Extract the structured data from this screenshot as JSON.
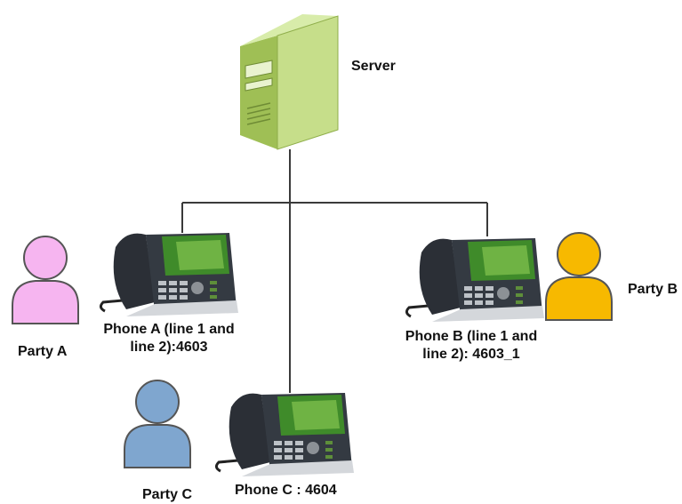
{
  "server": {
    "label": "Server",
    "icon": "server-tower-icon"
  },
  "phones": [
    {
      "id": "A",
      "label_line1": "Phone A (line 1 and",
      "label_line2": "line 2):4603",
      "icon": "ip-phone-icon"
    },
    {
      "id": "B",
      "label_line1": "Phone B (line 1 and",
      "label_line2": "line 2): 4603_1",
      "icon": "ip-phone-icon"
    },
    {
      "id": "C",
      "label_line1": "Phone C : 4604",
      "icon": "ip-phone-icon"
    }
  ],
  "parties": [
    {
      "id": "A",
      "label": "Party A",
      "color": "#f6b5f0",
      "icon": "person-icon"
    },
    {
      "id": "B",
      "label": "Party B",
      "color": "#f7b900",
      "icon": "person-icon"
    },
    {
      "id": "C",
      "label": "Party C",
      "color": "#7fa6cf",
      "icon": "person-icon"
    }
  ],
  "colors": {
    "wire": "#3a3a3a",
    "server_body": "#c6de8a",
    "phone_body": "#2b2f36",
    "screen": "#3f8b2a"
  }
}
